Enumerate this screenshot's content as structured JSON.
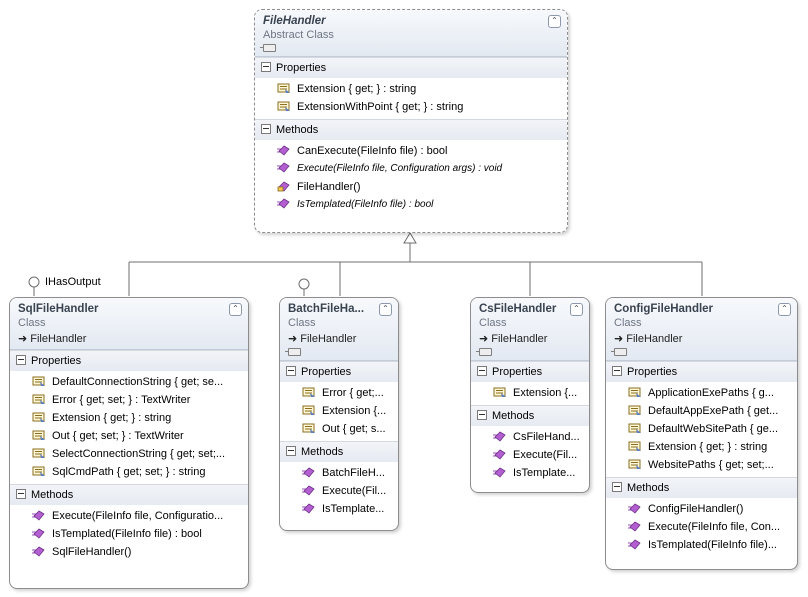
{
  "lollipop_label": "IHasOutput",
  "classes": {
    "file_handler": {
      "name": "FileHandler",
      "type": "Abstract Class",
      "properties_label": "Properties",
      "properties": [
        {
          "text": "Extension { get; } : string",
          "icon": "property-icon"
        },
        {
          "text": "ExtensionWithPoint { get; } : string",
          "icon": "property-icon"
        }
      ],
      "methods_label": "Methods",
      "methods": [
        {
          "text": "CanExecute(FileInfo file) : bool",
          "icon": "method-icon"
        },
        {
          "text": "Execute(FileInfo file, Configuration args) : void",
          "icon": "method-icon"
        },
        {
          "text": "FileHandler()",
          "icon": "protected-method-icon"
        },
        {
          "text": "IsTemplated(FileInfo file) : bool",
          "icon": "method-icon"
        }
      ]
    },
    "sql": {
      "name": "SqlFileHandler",
      "type": "Class",
      "base": "FileHandler",
      "properties_label": "Properties",
      "properties": [
        {
          "text": "DefaultConnectionString { get; se...",
          "icon": "property-icon"
        },
        {
          "text": "Error { get; set; } : TextWriter",
          "icon": "property-icon"
        },
        {
          "text": "Extension { get; } : string",
          "icon": "property-icon"
        },
        {
          "text": "Out { get; set; } : TextWriter",
          "icon": "property-icon"
        },
        {
          "text": "SelectConnectionString { get; set;...",
          "icon": "property-icon"
        },
        {
          "text": "SqlCmdPath { get; set; } : string",
          "icon": "property-icon"
        }
      ],
      "methods_label": "Methods",
      "methods": [
        {
          "text": "Execute(FileInfo file, Configuratio...",
          "icon": "method-icon"
        },
        {
          "text": "IsTemplated(FileInfo file) : bool",
          "icon": "method-icon"
        },
        {
          "text": "SqlFileHandler()",
          "icon": "method-icon"
        }
      ]
    },
    "batch": {
      "name": "BatchFileHa...",
      "type": "Class",
      "base": "FileHandler",
      "properties_label": "Properties",
      "properties": [
        {
          "text": "Error { get;...",
          "icon": "property-icon"
        },
        {
          "text": "Extension {...",
          "icon": "property-icon"
        },
        {
          "text": "Out { get; s...",
          "icon": "property-icon"
        }
      ],
      "methods_label": "Methods",
      "methods": [
        {
          "text": "BatchFileH...",
          "icon": "method-icon"
        },
        {
          "text": "Execute(Fil...",
          "icon": "method-icon"
        },
        {
          "text": "IsTemplate...",
          "icon": "method-icon"
        }
      ]
    },
    "cs": {
      "name": "CsFileHandler",
      "type": "Class",
      "base": "FileHandler",
      "properties_label": "Properties",
      "properties": [
        {
          "text": "Extension {...",
          "icon": "property-icon"
        }
      ],
      "methods_label": "Methods",
      "methods": [
        {
          "text": "CsFileHand...",
          "icon": "method-icon"
        },
        {
          "text": "Execute(Fil...",
          "icon": "method-icon"
        },
        {
          "text": "IsTemplate...",
          "icon": "method-icon"
        }
      ]
    },
    "config": {
      "name": "ConfigFileHandler",
      "type": "Class",
      "base": "FileHandler",
      "properties_label": "Properties",
      "properties": [
        {
          "text": "ApplicationExePaths { g...",
          "icon": "property-icon"
        },
        {
          "text": "DefaultAppExePath { get...",
          "icon": "property-icon"
        },
        {
          "text": "DefaultWebSitePath { ge...",
          "icon": "property-icon"
        },
        {
          "text": "Extension { get; } : string",
          "icon": "property-icon"
        },
        {
          "text": "WebsitePaths { get; set;...",
          "icon": "property-icon"
        }
      ],
      "methods_label": "Methods",
      "methods": [
        {
          "text": "ConfigFileHandler()",
          "icon": "method-icon"
        },
        {
          "text": "Execute(FileInfo file, Con...",
          "icon": "method-icon"
        },
        {
          "text": "IsTemplated(FileInfo file)...",
          "icon": "method-icon"
        }
      ]
    }
  }
}
